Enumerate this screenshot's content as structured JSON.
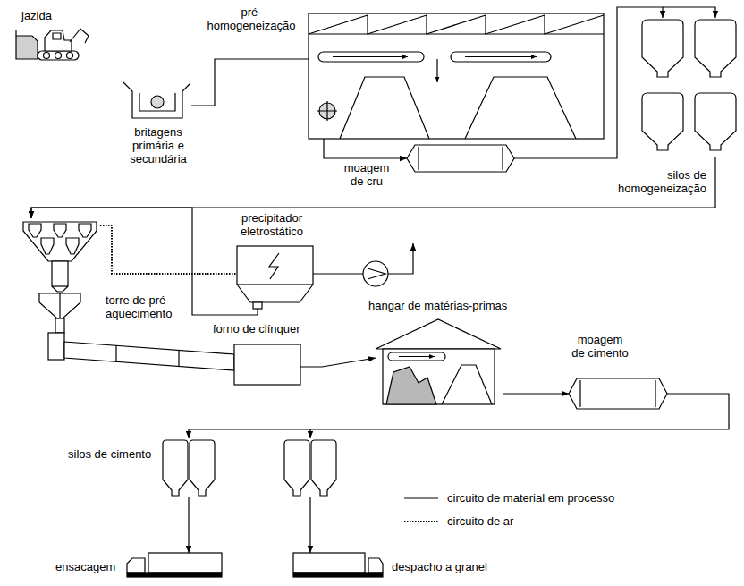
{
  "diagram": {
    "nodes": [
      {
        "text": [
          "jazida"
        ]
      },
      {
        "text": [
          "britagens primária e secundária"
        ]
      },
      {
        "text": [
          "pré- homogeneização"
        ]
      },
      {
        "text": [
          "moagem de cru"
        ]
      },
      {
        "text": [
          "silos de homogeneização"
        ]
      },
      {
        "text": [
          "torre de pré- aquecimento"
        ]
      },
      {
        "text": [
          "precipitador eletrostático"
        ]
      },
      {
        "text": [
          "forno de clínquer"
        ]
      },
      {
        "text": [
          "hangar de matérias-primas"
        ]
      },
      {
        "text": [
          "moagem de cimento"
        ]
      },
      {
        "text": [
          "silos de cimento"
        ]
      },
      {
        "text": [
          "ensacagem"
        ]
      },
      {
        "text": [
          "despacho a granel"
        ]
      }
    ],
    "edges": [
      {
        "from": 1,
        "to": 2,
        "arrow": "none"
      },
      {
        "from": 2,
        "to": 3,
        "arrow": "to"
      },
      {
        "from": 3,
        "to": 4,
        "arrow": "to"
      },
      {
        "from": 4,
        "to": 5,
        "arrow": "to"
      },
      {
        "from": 5,
        "to": 6,
        "arrow": "none"
      },
      {
        "from": 6,
        "to": 5,
        "arrow": "to"
      },
      {
        "from": 7,
        "to": 8,
        "arrow": "to"
      },
      {
        "from": 8,
        "to": 9,
        "arrow": "to"
      },
      {
        "from": 9,
        "to": 10,
        "arrow": "to"
      },
      {
        "from": 10,
        "to": 11,
        "arrow": "to"
      },
      {
        "from": 10,
        "to": 12,
        "arrow": "to"
      }
    ],
    "legend": [
      {
        "text": "circuito de material em processo"
      },
      {
        "text": "circuito de ar"
      }
    ]
  }
}
